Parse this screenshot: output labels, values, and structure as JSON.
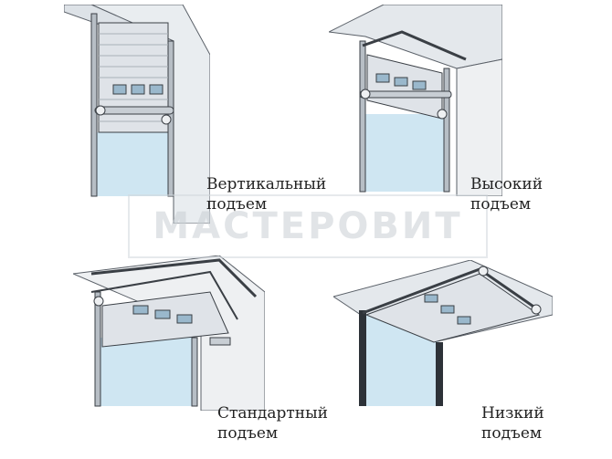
{
  "watermark": "МАСТЕРОВИТ",
  "panels": [
    {
      "id": "vertical",
      "line1": "Вертикальный",
      "line2": "подъем"
    },
    {
      "id": "high",
      "line1": "Высокий",
      "line2": "подъем"
    },
    {
      "id": "standard",
      "line1": "Стандартный",
      "line2": "подъем"
    },
    {
      "id": "low",
      "line1": "Низкий",
      "line2": "подъем"
    }
  ],
  "colors": {
    "wall": "#eef0f2",
    "ceiling": "#e4e8ec",
    "panel": "#dfe3e8",
    "stroke": "#3a3f45",
    "sky": "#cfe6f2",
    "rail": "#9aa2aa"
  }
}
